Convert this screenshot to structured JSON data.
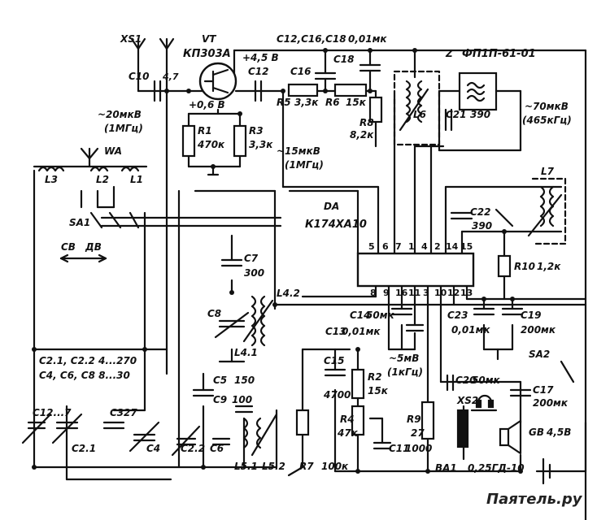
{
  "labels": {
    "xs1": "XS1",
    "vt": "VT",
    "vt_type": "КП303А",
    "supply": "+4,5 В",
    "c10": "С10",
    "c10_val": "4,7",
    "c12": "С12",
    "caps_top": "С12,С16,С18",
    "caps_top_val": "0,01мк",
    "c16": "С16",
    "c18": "С18",
    "z": "Z",
    "z_type": "ФП1П-61-01",
    "v06": "+0,6 В",
    "r1": "R1",
    "r1_val": "470к",
    "r3": "R3",
    "r3_val": "3,3к",
    "r5": "R5",
    "r5_val": "3,3к",
    "r6": "R6",
    "r6_val": "15к",
    "r8": "R8",
    "r8_val": "8,2к",
    "l6": "L6",
    "c21": "С21",
    "c21_val": "390",
    "v70": "~70мкВ",
    "f465": "(465кГц)",
    "v20": "~20мкВ",
    "f1m": "(1МГц)",
    "wa": "WA",
    "v15": "~15мкВ",
    "f1m_b": "(1МГц)",
    "l3": "L3",
    "l2": "L2",
    "l1": "L1",
    "sa1": "SA1",
    "sv": "СВ",
    "dv": "ДВ",
    "da": "DA",
    "da_type": "К174ХА10",
    "l7": "L7",
    "c22": "С22",
    "c22_val": "390",
    "r10": "R10",
    "r10_val": "1,2к",
    "c7": "С7",
    "c7_val": "300",
    "c8": "С8",
    "l42": "L4.2",
    "l41": "L4.1",
    "c14": "С14",
    "c14_val": "50мк",
    "c13": "С13",
    "c13_val": "0,01мк",
    "c23": "С23",
    "c23_val": "0,01мк",
    "c19": "С19",
    "c19_val": "200мк",
    "sa2": "SA2",
    "caps_list_1": "С2.1, С2.2  4...270",
    "caps_list_2": "С4, С6, С8  8...30",
    "c15": "С15",
    "c15_val": "4700",
    "r2": "R2",
    "r2_val": "15к",
    "v5": "~5мВ",
    "f1k": "(1кГц)",
    "c20": "С20",
    "c20_val": "50мк",
    "c17": "С17",
    "c17_val": "200мк",
    "c5": "С5",
    "c5_val": "150",
    "c9": "С9",
    "c9_val": "100",
    "r4": "R4",
    "r4_val": "47к",
    "r9": "R9",
    "r9_val": "27",
    "xs2": "XS2",
    "gb": "GB",
    "gb_val": "4,5В",
    "c12_7": "С12...7",
    "c3": "С3",
    "c3_val": "27",
    "c21_b": "С2.1",
    "c4": "С4",
    "c22_b": "С2.2",
    "c6": "С6",
    "l51": "L5.1",
    "l52": "L5.2",
    "r7": "R7",
    "r7_val": "100к",
    "c11": "С11",
    "c11_val": "1000",
    "ba1": "ВА1",
    "ba1_type": "0,25ГД-10",
    "watermark": "Паятель.ру"
  },
  "ic_pins": {
    "top": [
      "5",
      "6",
      "7",
      "1",
      "4",
      "2",
      "14",
      "15"
    ],
    "bottom": [
      "8",
      "9",
      "16",
      "11",
      "3",
      "10",
      "12",
      "13"
    ]
  }
}
